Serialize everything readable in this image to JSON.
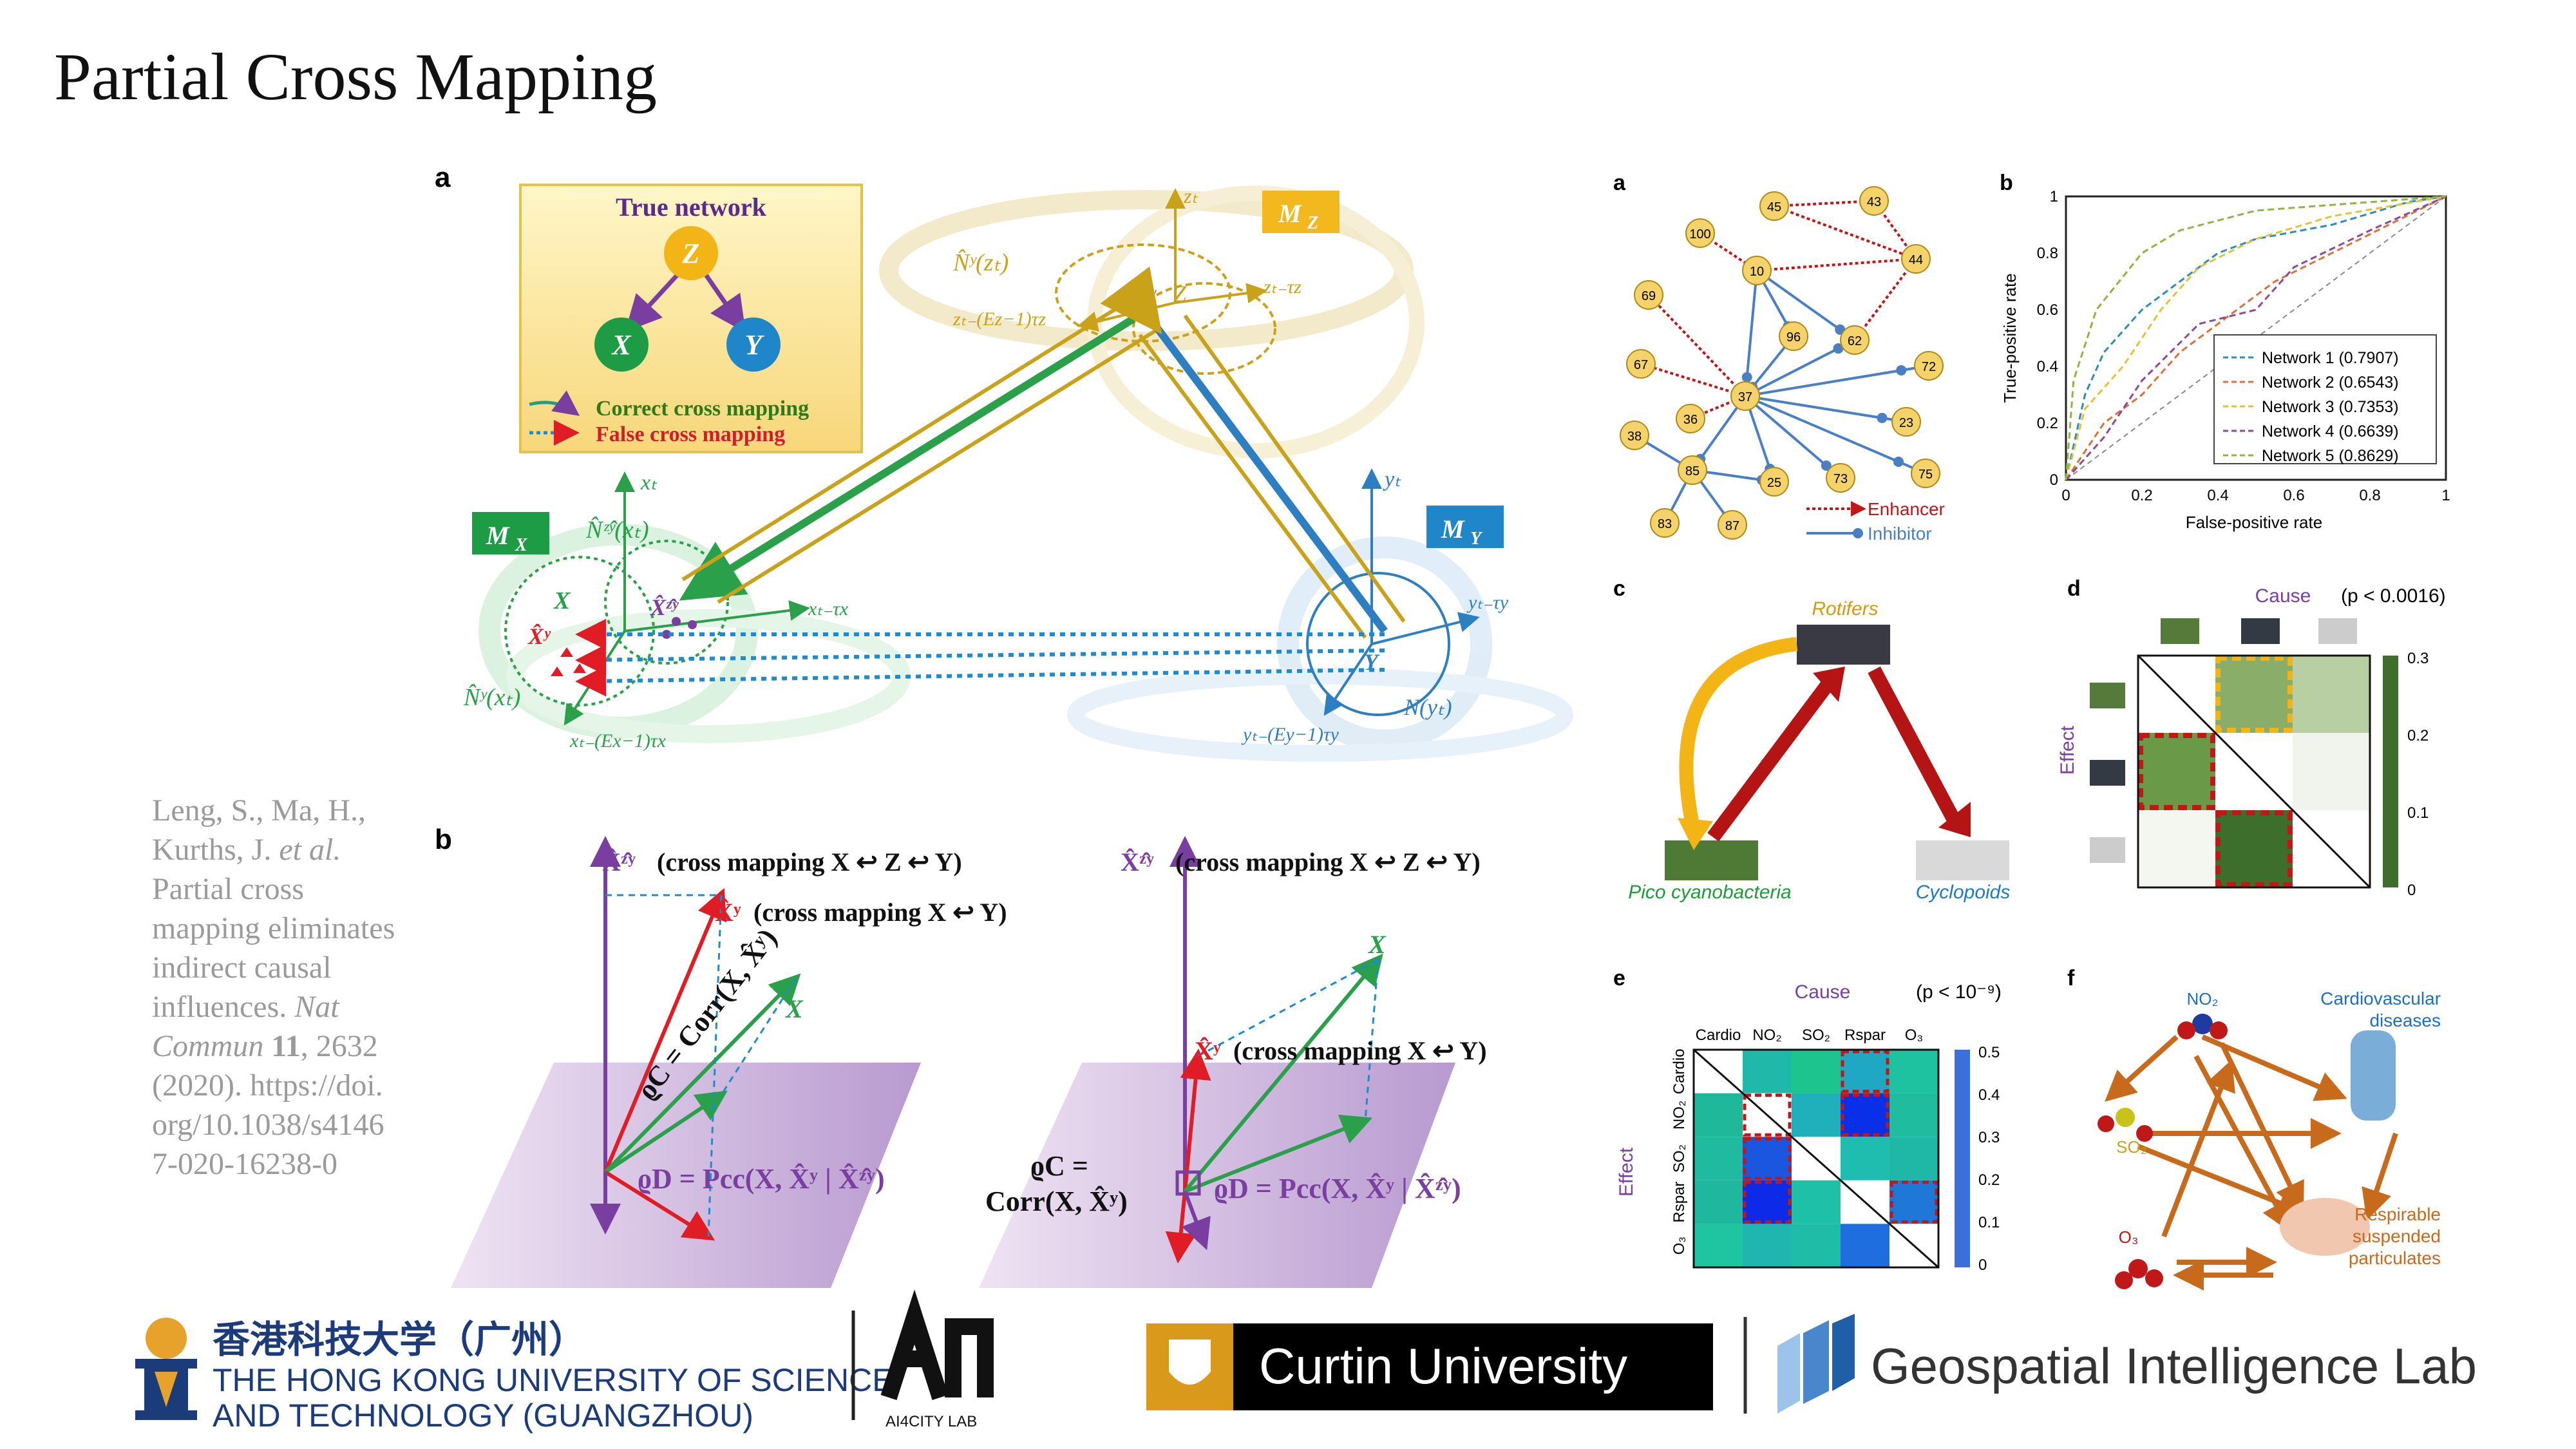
{
  "slide": {
    "title": "Partial Cross Mapping",
    "citation": {
      "authors": "Leng, S., Ma, H., Kurths, J.",
      "etal": "et al.",
      "article": "Partial cross mapping eliminates indirect causal influences.",
      "journal": "Nat Commun",
      "volume": "11",
      "pages_year": ", 2632 (2020).",
      "doi": "https://doi.org/10.1038/s41467-020-16238-0"
    }
  },
  "left_figure": {
    "panel_a_label": "a",
    "panel_b_label": "b",
    "true_network": {
      "title": "True network",
      "nodes": [
        "Z",
        "X",
        "Y"
      ],
      "legend_correct": "Correct cross mapping",
      "legend_false": "False cross mapping"
    },
    "manifold_labels": {
      "mx": "M",
      "mx_sub": "X",
      "my": "M",
      "my_sub": "Y",
      "mz": "M",
      "mz_sub": "Z"
    },
    "labels": {
      "nz": "N̂ʸ(zₜ)",
      "nx1": "N̂ᶻ̂ʸ(xₜ)",
      "nx2": "N̂ʸ(xₜ)",
      "ny": "N(yₜ)",
      "zt": "zₜ",
      "zt_tau": "zₜ₋τz",
      "zt_e": "zₜ₋(Ez−1)τz",
      "xt": "xₜ",
      "xt_tau": "xₜ₋τx",
      "xt_e": "xₜ₋(Ex−1)τx",
      "yt": "yₜ",
      "yt_tau": "yₜ₋τy",
      "yt_e": "yₜ₋(Ey−1)τy",
      "xs": "X",
      "xhat_y": "X̂ʸ",
      "xhat_zy": "X̂ᶻ̂ʸ",
      "zhat": "Ẑʸ",
      "z": "Z",
      "ys": "Y"
    },
    "panel_b": {
      "left": {
        "axis": "X̂ᶻ̂ʸ",
        "label1": "(cross mapping X ↩ Z ↩ Y)",
        "label2_vec": "X̂ʸ",
        "label2": "(cross mapping X ↩ Y)",
        "corr": "ϱC = Corr(X, X̂ʸ)",
        "vec_x": "X",
        "pcc": "ϱD = Pcc(X, X̂ʸ | X̂ᶻ̂ʸ)"
      },
      "right": {
        "axis": "X̂ᶻ̂ʸ",
        "label1": "(cross mapping X ↩ Z ↩ Y)",
        "label2_vec": "X̂ʸ",
        "label2": "(cross mapping X ↩ Y)",
        "vec_x": "X",
        "corr_top": "ϱC =",
        "corr_bottom": "Corr(X, X̂ʸ)",
        "pcc": "ϱD = Pcc(X, X̂ʸ | X̂ᶻ̂ʸ)"
      }
    }
  },
  "right_figure": {
    "panel_labels": [
      "a",
      "b",
      "c",
      "d",
      "e",
      "f"
    ],
    "network": {
      "nodes": [
        "45",
        "43",
        "100",
        "44",
        "10",
        "69",
        "96",
        "62",
        "72",
        "67",
        "37",
        "36",
        "23",
        "38",
        "85",
        "25",
        "73",
        "75",
        "83",
        "87"
      ],
      "legend_enhancer": "Enhancer",
      "legend_inhibitor": "Inhibitor"
    },
    "roc": {
      "xlabel": "False-positive rate",
      "ylabel": "True-positive rate",
      "ticks": [
        "0",
        "0.2",
        "0.4",
        "0.6",
        "0.8",
        "1"
      ],
      "legend": [
        {
          "name": "Network 1 (0.7907)",
          "color": "#2b8cbf"
        },
        {
          "name": "Network 2 (0.6543)",
          "color": "#d9723a"
        },
        {
          "name": "Network 3 (0.7353)",
          "color": "#e3c23a"
        },
        {
          "name": "Network 4 (0.6639)",
          "color": "#8a4a9a"
        },
        {
          "name": "Network 5 (0.8629)",
          "color": "#8fb53f"
        }
      ]
    },
    "foodweb": {
      "top": "Rotifers",
      "left": "Pico cyanobacteria",
      "right": "Cyclopoids"
    },
    "heatmap_d": {
      "cause": "Cause",
      "effect": "Effect",
      "p": "(p < 0.0016)",
      "scale": [
        "0.3",
        "0.2",
        "0.1",
        "0"
      ]
    },
    "heatmap_e": {
      "cause": "Cause",
      "effect": "Effect",
      "p": "(p < 10⁻⁹)",
      "cols": [
        "Cardio",
        "NO₂",
        "SO₂",
        "Rspar",
        "O₃"
      ],
      "rows": [
        "Cardio",
        "NO₂",
        "SO₂",
        "Rspar",
        "O₃"
      ],
      "scale": [
        "0.5",
        "0.4",
        "0.3",
        "0.2",
        "0.1",
        "0"
      ]
    },
    "pollution": {
      "no2": "NO₂",
      "so2": "SO₂",
      "o3": "O₃",
      "cardio": "Cardiovascular diseases",
      "resp": "Respirable suspended particulates"
    }
  },
  "footer": {
    "hkust_cn": "香港科技大学（广州）",
    "hkust_en1": "THE HONG KONG UNIVERSITY OF SCIENCE",
    "hkust_en2": "AND TECHNOLOGY (GUANGZHOU)",
    "ai4city": "AI4CITY LAB",
    "curtin": "Curtin University",
    "geo": "Geospatial Intelligence Lab"
  }
}
